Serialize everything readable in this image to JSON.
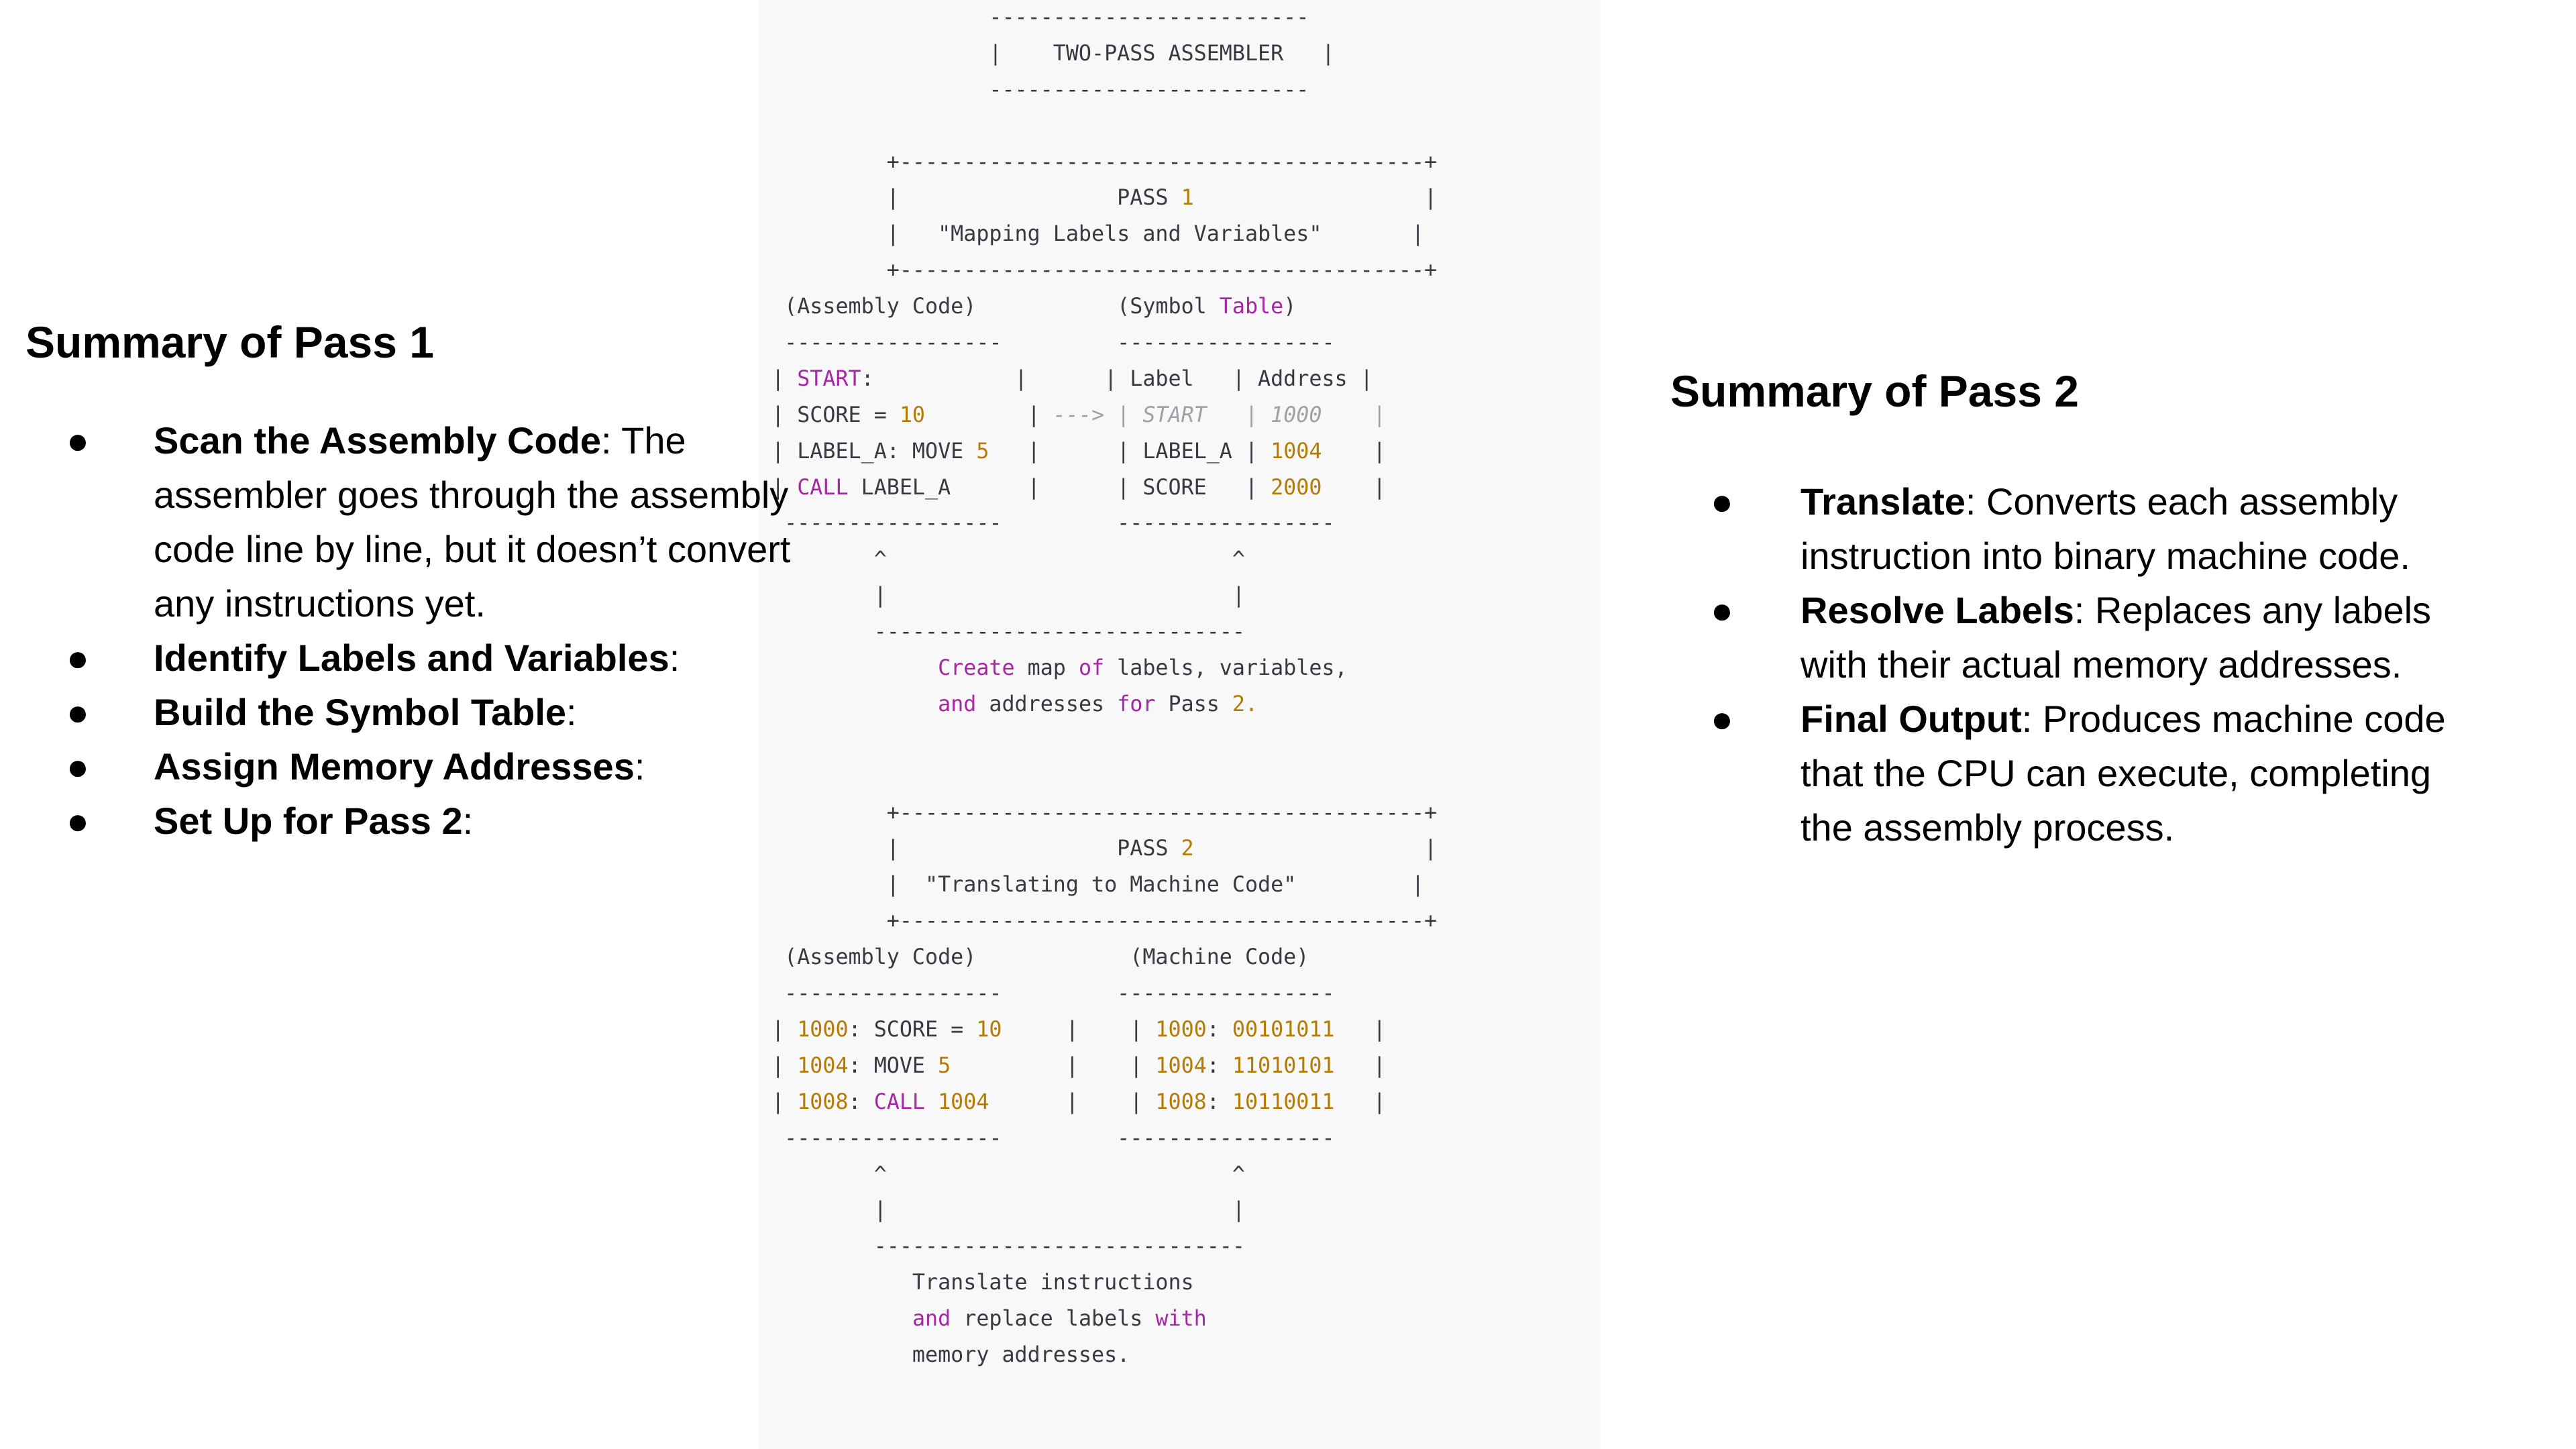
{
  "pass1": {
    "title": "Summary of Pass 1",
    "items": [
      {
        "bold": "Scan the Assembly Code",
        "text": ": The assembler goes through the assembly code line by line, but it doesn’t convert any instructions yet."
      },
      {
        "bold": "Identify Labels and Variables",
        "text": ":"
      },
      {
        "bold": "Build the Symbol Table",
        "text": ":"
      },
      {
        "bold": "Assign Memory Addresses",
        "text": ":"
      },
      {
        "bold": "Set Up for Pass 2",
        "text": ":"
      }
    ]
  },
  "pass2": {
    "title": "Summary of Pass 2",
    "items": [
      {
        "bold": "Translate",
        "text": ": Converts each assembly instruction into binary machine code."
      },
      {
        "bold": "Resolve Labels",
        "text": ": Replaces any labels with their actual memory addresses."
      },
      {
        "bold": "Final Output",
        "text": ": Produces machine code that the CPU can execute, completing the assembly process."
      }
    ]
  },
  "bullet_char": "●",
  "code_lines": [
    [
      {
        "t": "                  -------------------------"
      }
    ],
    [
      {
        "t": "                  |    TWO-PASS ASSEMBLER   |"
      }
    ],
    [
      {
        "t": "                  -------------------------"
      }
    ],
    [
      {
        "t": ""
      }
    ],
    [
      {
        "t": "          +-----------------------------------------+"
      }
    ],
    [
      {
        "t": "          |                 PASS "
      },
      {
        "t": "1",
        "c": "num"
      },
      {
        "t": "                  |"
      }
    ],
    [
      {
        "t": "          |   \"Mapping Labels and Variables\"       |"
      }
    ],
    [
      {
        "t": "          +-----------------------------------------+"
      }
    ],
    [
      {
        "t": "  (Assembly Code)           (Symbol "
      },
      {
        "t": "Table",
        "c": "kw"
      },
      {
        "t": ")"
      }
    ],
    [
      {
        "t": "  -----------------         -----------------"
      }
    ],
    [
      {
        "t": " | "
      },
      {
        "t": "START",
        "c": "kw"
      },
      {
        "t": ":           |      | Label   | Address |"
      }
    ],
    [
      {
        "t": " | SCORE = "
      },
      {
        "t": "10",
        "c": "num"
      },
      {
        "t": "        | "
      },
      {
        "t": "---> | START   | 1000    |",
        "c": "cm"
      }
    ],
    [
      {
        "t": " | LABEL_A: MOVE "
      },
      {
        "t": "5",
        "c": "num"
      },
      {
        "t": "   |      | LABEL_A | "
      },
      {
        "t": "1004",
        "c": "num"
      },
      {
        "t": "    |"
      }
    ],
    [
      {
        "t": " | "
      },
      {
        "t": "CALL",
        "c": "kw"
      },
      {
        "t": " LABEL_A      |      | SCORE   | "
      },
      {
        "t": "2000",
        "c": "num"
      },
      {
        "t": "    |"
      }
    ],
    [
      {
        "t": "  -----------------         -----------------"
      }
    ],
    [
      {
        "t": "         ^                           ^"
      }
    ],
    [
      {
        "t": "         |                           |"
      }
    ],
    [
      {
        "t": "         -----------------------------"
      }
    ],
    [
      {
        "t": "              "
      },
      {
        "t": "Create",
        "c": "kw"
      },
      {
        "t": " map "
      },
      {
        "t": "of",
        "c": "kw"
      },
      {
        "t": " labels, variables,"
      }
    ],
    [
      {
        "t": "              "
      },
      {
        "t": "and",
        "c": "kw"
      },
      {
        "t": " addresses "
      },
      {
        "t": "for",
        "c": "kw"
      },
      {
        "t": " Pass "
      },
      {
        "t": "2.",
        "c": "num"
      }
    ],
    [
      {
        "t": ""
      }
    ],
    [
      {
        "t": ""
      }
    ],
    [
      {
        "t": "          +-----------------------------------------+"
      }
    ],
    [
      {
        "t": "          |                 PASS "
      },
      {
        "t": "2",
        "c": "num"
      },
      {
        "t": "                  |"
      }
    ],
    [
      {
        "t": "          |  \"Translating to Machine Code\"         |"
      }
    ],
    [
      {
        "t": "          +-----------------------------------------+"
      }
    ],
    [
      {
        "t": "  (Assembly Code)            (Machine Code)"
      }
    ],
    [
      {
        "t": "  -----------------         -----------------"
      }
    ],
    [
      {
        "t": " | "
      },
      {
        "t": "1000",
        "c": "num"
      },
      {
        "t": ": SCORE = "
      },
      {
        "t": "10",
        "c": "num"
      },
      {
        "t": "     |    | "
      },
      {
        "t": "1000",
        "c": "num"
      },
      {
        "t": ": "
      },
      {
        "t": "00101011",
        "c": "num"
      },
      {
        "t": "   |"
      }
    ],
    [
      {
        "t": " | "
      },
      {
        "t": "1004",
        "c": "num"
      },
      {
        "t": ": MOVE "
      },
      {
        "t": "5",
        "c": "num"
      },
      {
        "t": "         |    | "
      },
      {
        "t": "1004",
        "c": "num"
      },
      {
        "t": ": "
      },
      {
        "t": "11010101",
        "c": "num"
      },
      {
        "t": "   |"
      }
    ],
    [
      {
        "t": " | "
      },
      {
        "t": "1008",
        "c": "num"
      },
      {
        "t": ": "
      },
      {
        "t": "CALL",
        "c": "kw"
      },
      {
        "t": " "
      },
      {
        "t": "1004",
        "c": "num"
      },
      {
        "t": "      |    | "
      },
      {
        "t": "1008",
        "c": "num"
      },
      {
        "t": ": "
      },
      {
        "t": "10110011",
        "c": "num"
      },
      {
        "t": "   |"
      }
    ],
    [
      {
        "t": "  -----------------         -----------------"
      }
    ],
    [
      {
        "t": "         ^                           ^"
      }
    ],
    [
      {
        "t": "         |                           |"
      }
    ],
    [
      {
        "t": "         -----------------------------"
      }
    ],
    [
      {
        "t": "            Translate instructions"
      }
    ],
    [
      {
        "t": "            "
      },
      {
        "t": "and",
        "c": "kw"
      },
      {
        "t": " replace labels "
      },
      {
        "t": "with",
        "c": "kw"
      }
    ],
    [
      {
        "t": "            memory addresses."
      }
    ]
  ]
}
